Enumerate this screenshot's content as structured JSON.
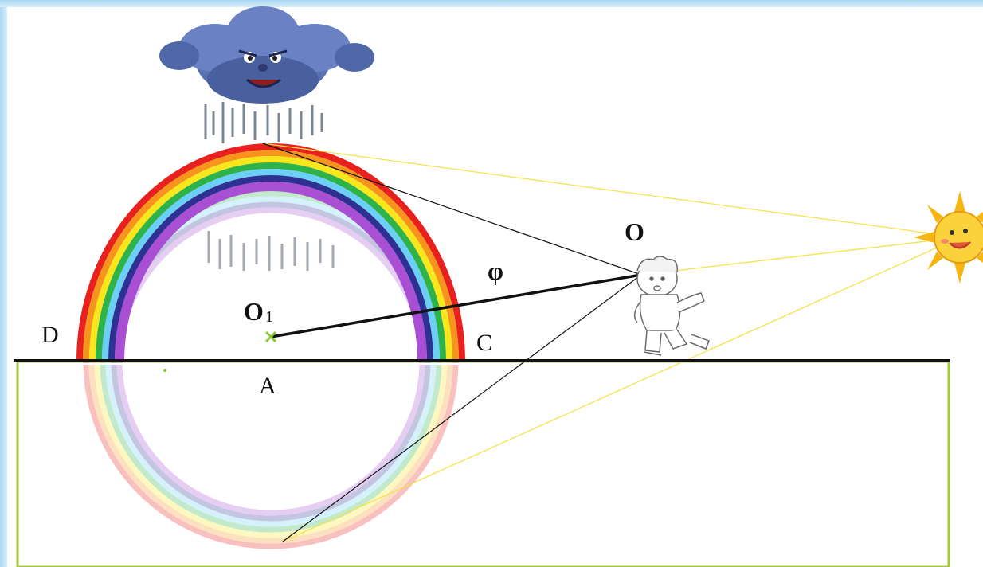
{
  "labels": {
    "point_D": "D",
    "point_C": "C",
    "point_A": "A",
    "point_O": "O",
    "point_O1": "O",
    "point_O1_subscript": "1",
    "angle_phi": "φ"
  },
  "colors": {
    "rainbow": [
      "#e8201e",
      "#f7941d",
      "#f8e71c",
      "#2db34a",
      "#6ccff6",
      "#2e3192",
      "#a84fd4"
    ],
    "ground": "#111111",
    "box_border": "#a6c93b",
    "sun_rays": "#f3e34a",
    "sun": "#f7b50f",
    "cloud": "#5a72b3",
    "center_mark": "#8dc63f"
  },
  "icons": {
    "cloud": "storm-cloud-icon",
    "sun": "sun-icon",
    "observer": "boy-observer-icon"
  }
}
